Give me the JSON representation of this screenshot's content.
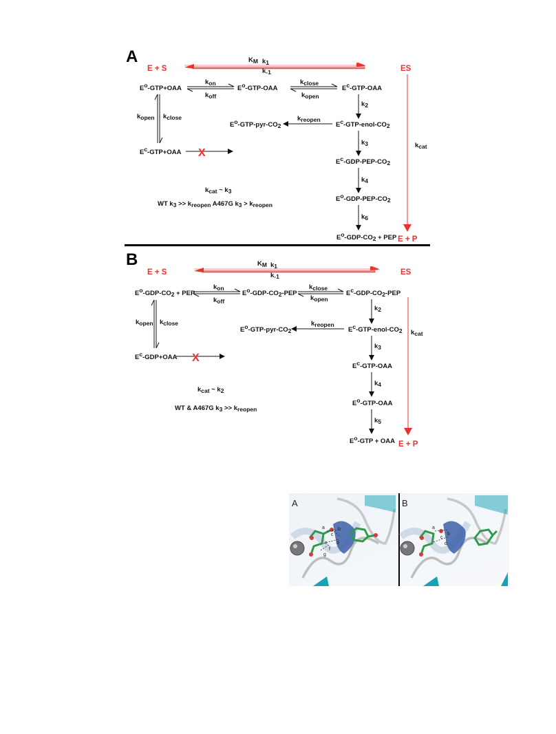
{
  "panel_a": {
    "label": "A",
    "es_left": "E + S",
    "es_right": "ES",
    "km": "K",
    "km_sub": "M",
    "k1": "k",
    "k1_sub": "1",
    "km1": "k",
    "km1_sub": "-1",
    "s1": "E",
    "s1_sup": "o",
    "s1_rest": "-GTP+OAA",
    "s2": "E",
    "s2_sup": "o",
    "s2_rest": "-GTP-OAA",
    "s3": "E",
    "s3_sup": "c",
    "s3_rest": "-GTP-OAA",
    "s4": "E",
    "s4_sup": "c",
    "s4_rest": "-GTP-enol-CO",
    "s4_sub": "2",
    "s5": "E",
    "s5_sup": "o",
    "s5_rest": "-GTP-pyr-CO",
    "s5_sub": "2",
    "s6": "E",
    "s6_sup": "c",
    "s6_rest": "-GTP+OAA",
    "s7": "E",
    "s7_sup": "c",
    "s7_rest": "-GDP-PEP-CO",
    "s7_sub": "2",
    "s8": "E",
    "s8_sup": "o",
    "s8_rest": "-GDP-PEP-CO",
    "s8_sub": "2",
    "s9": "E",
    "s9_sup": "o",
    "s9_rest": "-GDP-CO",
    "s9_sub": "2",
    "s9_tail": " + PEP",
    "kon": "k",
    "kon_sub": "on",
    "koff": "k",
    "koff_sub": "off",
    "kclose": "k",
    "kclose_sub": "close",
    "kopen": "k",
    "kopen_sub": "open",
    "kreopen": "k",
    "kreopen_sub": "reopen",
    "k2": "k",
    "k2_sub": "2",
    "k3": "k",
    "k3_sub": "3",
    "k4": "k",
    "k4_sub": "4",
    "k6": "k",
    "k6_sub": "6",
    "kcat": "k",
    "kcat_sub": "cat",
    "ep": "E + P",
    "x": "X",
    "note1_a": "k",
    "note1_b": "cat",
    "note1_c": " ~ k",
    "note1_d": "3",
    "note2_a": "WT k",
    "note2_b": "3",
    "note2_c": " >> k",
    "note2_d": "reopen",
    "note2_e": "   A467G k",
    "note2_f": "3",
    "note2_g": " > k",
    "note2_h": "reopen"
  },
  "panel_b": {
    "label": "B",
    "es_left": "E + S",
    "es_right": "ES",
    "km": "K",
    "km_sub": "M",
    "k1": "k",
    "k1_sub": "1",
    "km1": "k",
    "km1_sub": "-1",
    "s1": "E",
    "s1_sup": "o",
    "s1_rest": "-GDP-CO",
    "s1_sub": "2",
    "s1_tail": " + PEP",
    "s2": "E",
    "s2_sup": "o",
    "s2_rest": "-GDP-CO",
    "s2_sub": "2",
    "s2_tail": "-PEP",
    "s3": "E",
    "s3_sup": "c",
    "s3_rest": "-GDP-CO",
    "s3_sub": "2",
    "s3_tail": "-PEP",
    "s4": "E",
    "s4_sup": "c",
    "s4_rest": "-GTP-enol-CO",
    "s4_sub": "2",
    "s5": "E",
    "s5_sup": "o",
    "s5_rest": "-GTP-pyr-CO",
    "s5_sub": "2",
    "s6": "E",
    "s6_sup": "c",
    "s6_rest": "-GDP+OAA",
    "s7": "E",
    "s7_sup": "c",
    "s7_rest": "-GTP-OAA",
    "s8": "E",
    "s8_sup": "o",
    "s8_rest": "-GTP-OAA",
    "s9": "E",
    "s9_sup": "o",
    "s9_rest": "-GTP + OAA",
    "kon": "k",
    "kon_sub": "on",
    "koff": "k",
    "koff_sub": "off",
    "kclose": "k",
    "kclose_sub": "close",
    "kopen": "k",
    "kopen_sub": "open",
    "kreopen": "k",
    "kreopen_sub": "reopen",
    "k2": "k",
    "k2_sub": "2",
    "k3": "k",
    "k3_sub": "3",
    "k4": "k",
    "k4_sub": "4",
    "k5": "k",
    "k5_sub": "5",
    "kcat": "k",
    "kcat_sub": "cat",
    "ep": "E + P",
    "x": "X",
    "note1_a": "k",
    "note1_b": "cat",
    "note1_c": " ~ k",
    "note1_d": "2",
    "note2_a": "WT & A467G k",
    "note2_b": "3",
    "note2_c": " >> k",
    "note2_d": "reopen"
  },
  "inset": {
    "left_label": "A",
    "right_label": "B",
    "left_letters": [
      "a",
      "c",
      "b",
      "d",
      "e",
      "f",
      "g"
    ],
    "right_letters": [
      "a",
      "b",
      "c",
      "d"
    ]
  },
  "colors": {
    "red": "#e8322d",
    "black": "#111111",
    "ribbon_blue": "#3d5fa8",
    "carbon_green": "#2f9a4a",
    "teal": "#16a3b6"
  }
}
